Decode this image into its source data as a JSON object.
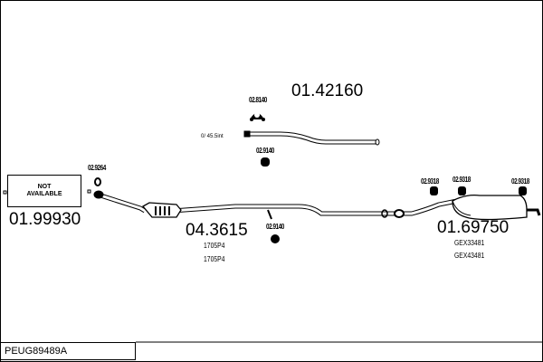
{
  "diagram_ref": "PEUG89489A",
  "parts": {
    "front_pipe": {
      "number": "01.99930",
      "status_line1": "NOT",
      "status_line2": "AVAILABLE",
      "gasket": "02.9264"
    },
    "middle_pipe": {
      "number": "01.42160",
      "clamp": "02.8140",
      "mount": "02.9140",
      "note": "0/ 45.5int"
    },
    "catalyst": {
      "number": "04.3615",
      "refs": [
        "1705P4",
        "1705P4"
      ],
      "mount": "02.9140"
    },
    "rear_silencer": {
      "number": "01.69750",
      "mounts": [
        "02.9318",
        "02.9318",
        "02.9318"
      ],
      "refs": [
        "GEX33481",
        "GEX43481"
      ]
    }
  }
}
